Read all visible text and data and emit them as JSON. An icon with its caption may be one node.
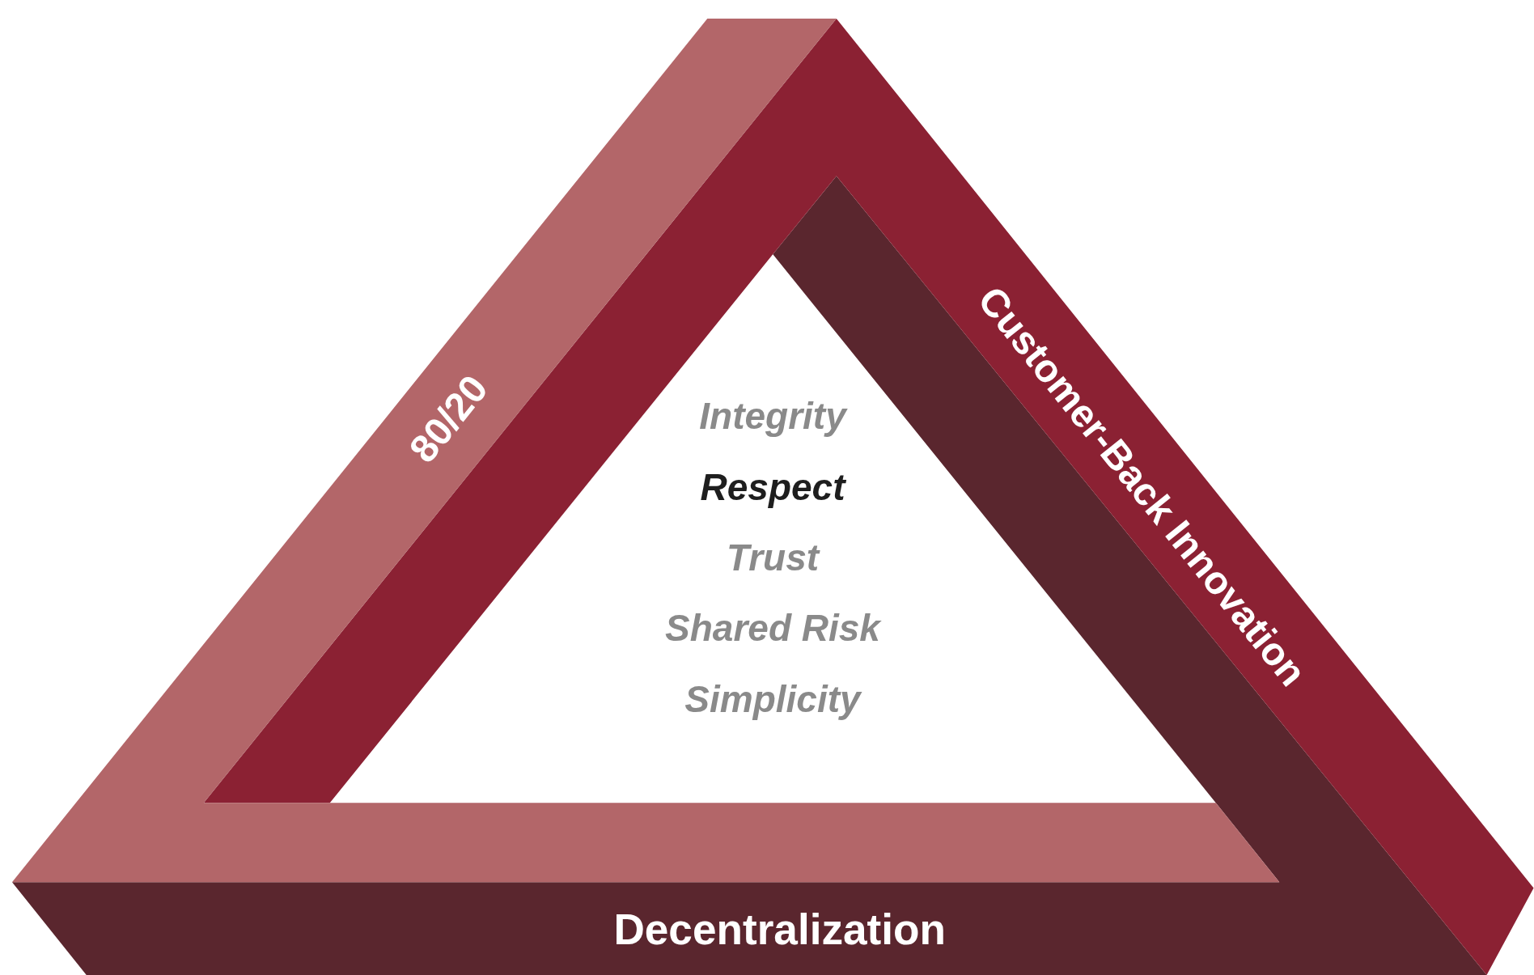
{
  "diagram": {
    "nodes": [
      {
        "text": [
          "80/20"
        ]
      },
      {
        "text": [
          "Customer-Back Innovation"
        ]
      },
      {
        "text": [
          "Decentralization"
        ]
      }
    ],
    "labels": [
      "Integrity",
      "Respect",
      "Trust",
      "Shared Risk",
      "Simplicity"
    ]
  }
}
